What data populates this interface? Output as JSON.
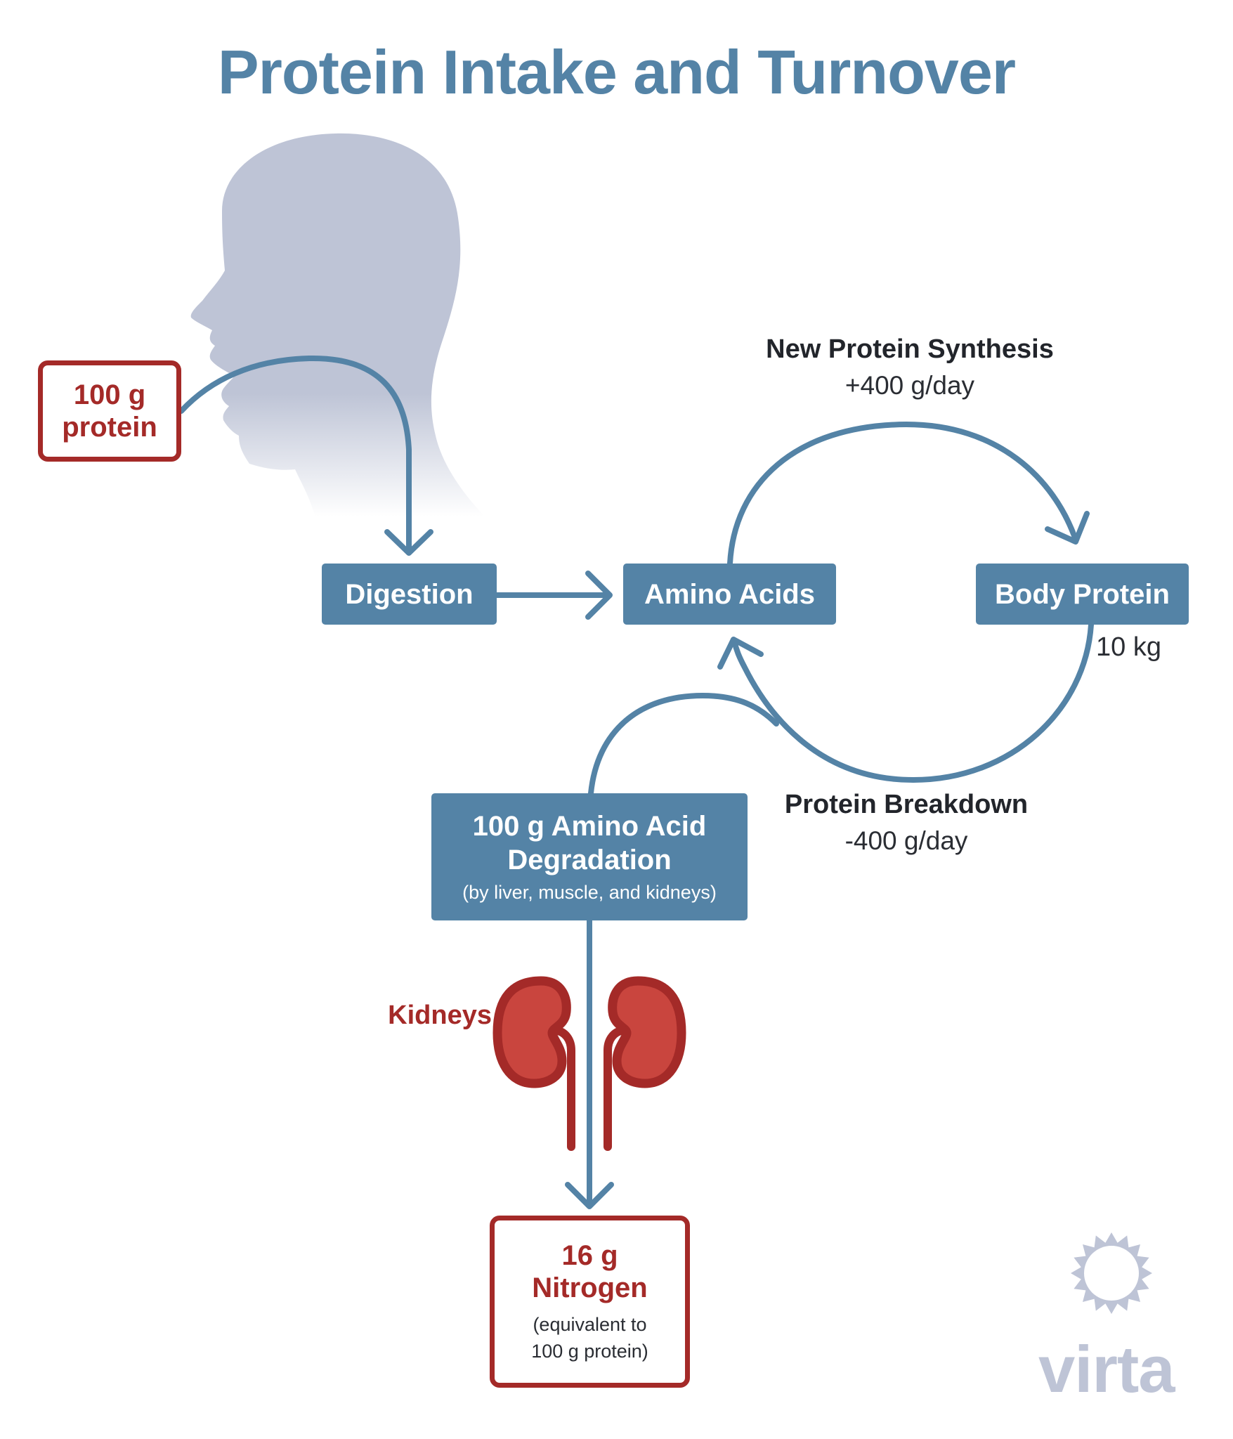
{
  "title": "Protein Intake and Turnover",
  "colors": {
    "flow_blue": "#5483a6",
    "accent_red": "#a42a28",
    "kidney_fill": "#c9453e",
    "silhouette": "#bec4d6",
    "logo_gray": "#bec4d6",
    "text_dark": "#22252b"
  },
  "intake": {
    "amount": "100 g",
    "unit_label": "protein"
  },
  "nodes": {
    "digestion": "Digestion",
    "amino_acids": "Amino Acids",
    "body_protein": "Body Protein",
    "body_protein_mass": "10 kg",
    "degradation": {
      "title_line1": "100 g Amino Acid",
      "title_line2": "Degradation",
      "subtitle": "(by liver, muscle, and kidneys)"
    }
  },
  "flows": {
    "synthesis": {
      "label": "New Protein Synthesis",
      "rate": "+400 g/day"
    },
    "breakdown": {
      "label": "Protein Breakdown",
      "rate": "-400 g/day"
    }
  },
  "organ": {
    "label": "Kidneys",
    "icon": "kidneys-icon"
  },
  "output": {
    "amount": "16 g",
    "substance": "Nitrogen",
    "note_line1": "(equivalent to",
    "note_line2": "100 g protein)"
  },
  "logo": {
    "word": "virta",
    "icon": "sun-icon"
  }
}
